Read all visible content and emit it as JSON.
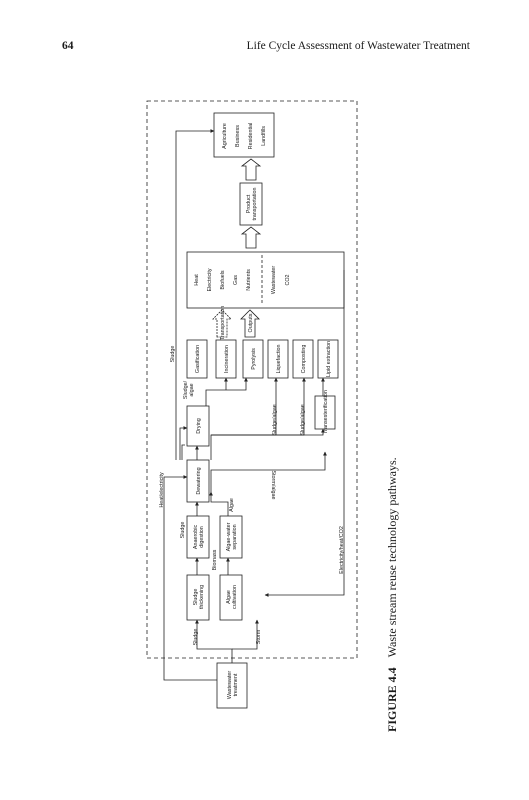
{
  "header": {
    "page_number": "64",
    "running_title": "Life Cycle Assessment of Wastewater Treatment"
  },
  "figure": {
    "nodes": {
      "wastewater_treatment": "Wastewater treatment",
      "sludge_thickening": "Sludge thickening",
      "algae_cultivation": "Algae cultivation",
      "anaerobic_digestion": "Anaerobic digestion",
      "algae_water_separation": "Algae-water separation",
      "dewatering": "Dewatering",
      "drying": "Drying",
      "gasification": "Gasification",
      "incineration": "Incineration",
      "pyrolysis": "Pyrolysis",
      "liquefaction": "Liquefaction",
      "composting": "Composting",
      "lipid_extraction": "Lipid extraction",
      "transesterification": "Transesterification",
      "transportation": "Transportation",
      "outputs": "Outputs",
      "product_transportation": "Product transportation",
      "outputs_list": [
        "Heat",
        "Electricity",
        "Biofuels",
        "Gas",
        "Nutrients",
        "Wastewater",
        "CO2"
      ],
      "end_uses": [
        "Agriculture",
        "Business",
        "Residential",
        "Landfills"
      ]
    },
    "labels": {
      "sludge_1": "Sludge",
      "sludge_2": "Sludge",
      "sludge_3": "Sludge",
      "sludge_algae_drying": "Sludge/ algae",
      "sludge_algae_1": "Sludge/algae",
      "sludge_algae_2": "Sludge/algae",
      "storm": "Storm",
      "biomass": "Biomass",
      "algae": "Algae",
      "heat_electricity": "Heat/electricity",
      "storm_algae": "Storm/algae",
      "electricity_heat_co2": "Electricity/heat/CO2"
    }
  },
  "caption": {
    "label": "FIGURE 4.4",
    "text": "Waste stream reuse technology pathways."
  }
}
